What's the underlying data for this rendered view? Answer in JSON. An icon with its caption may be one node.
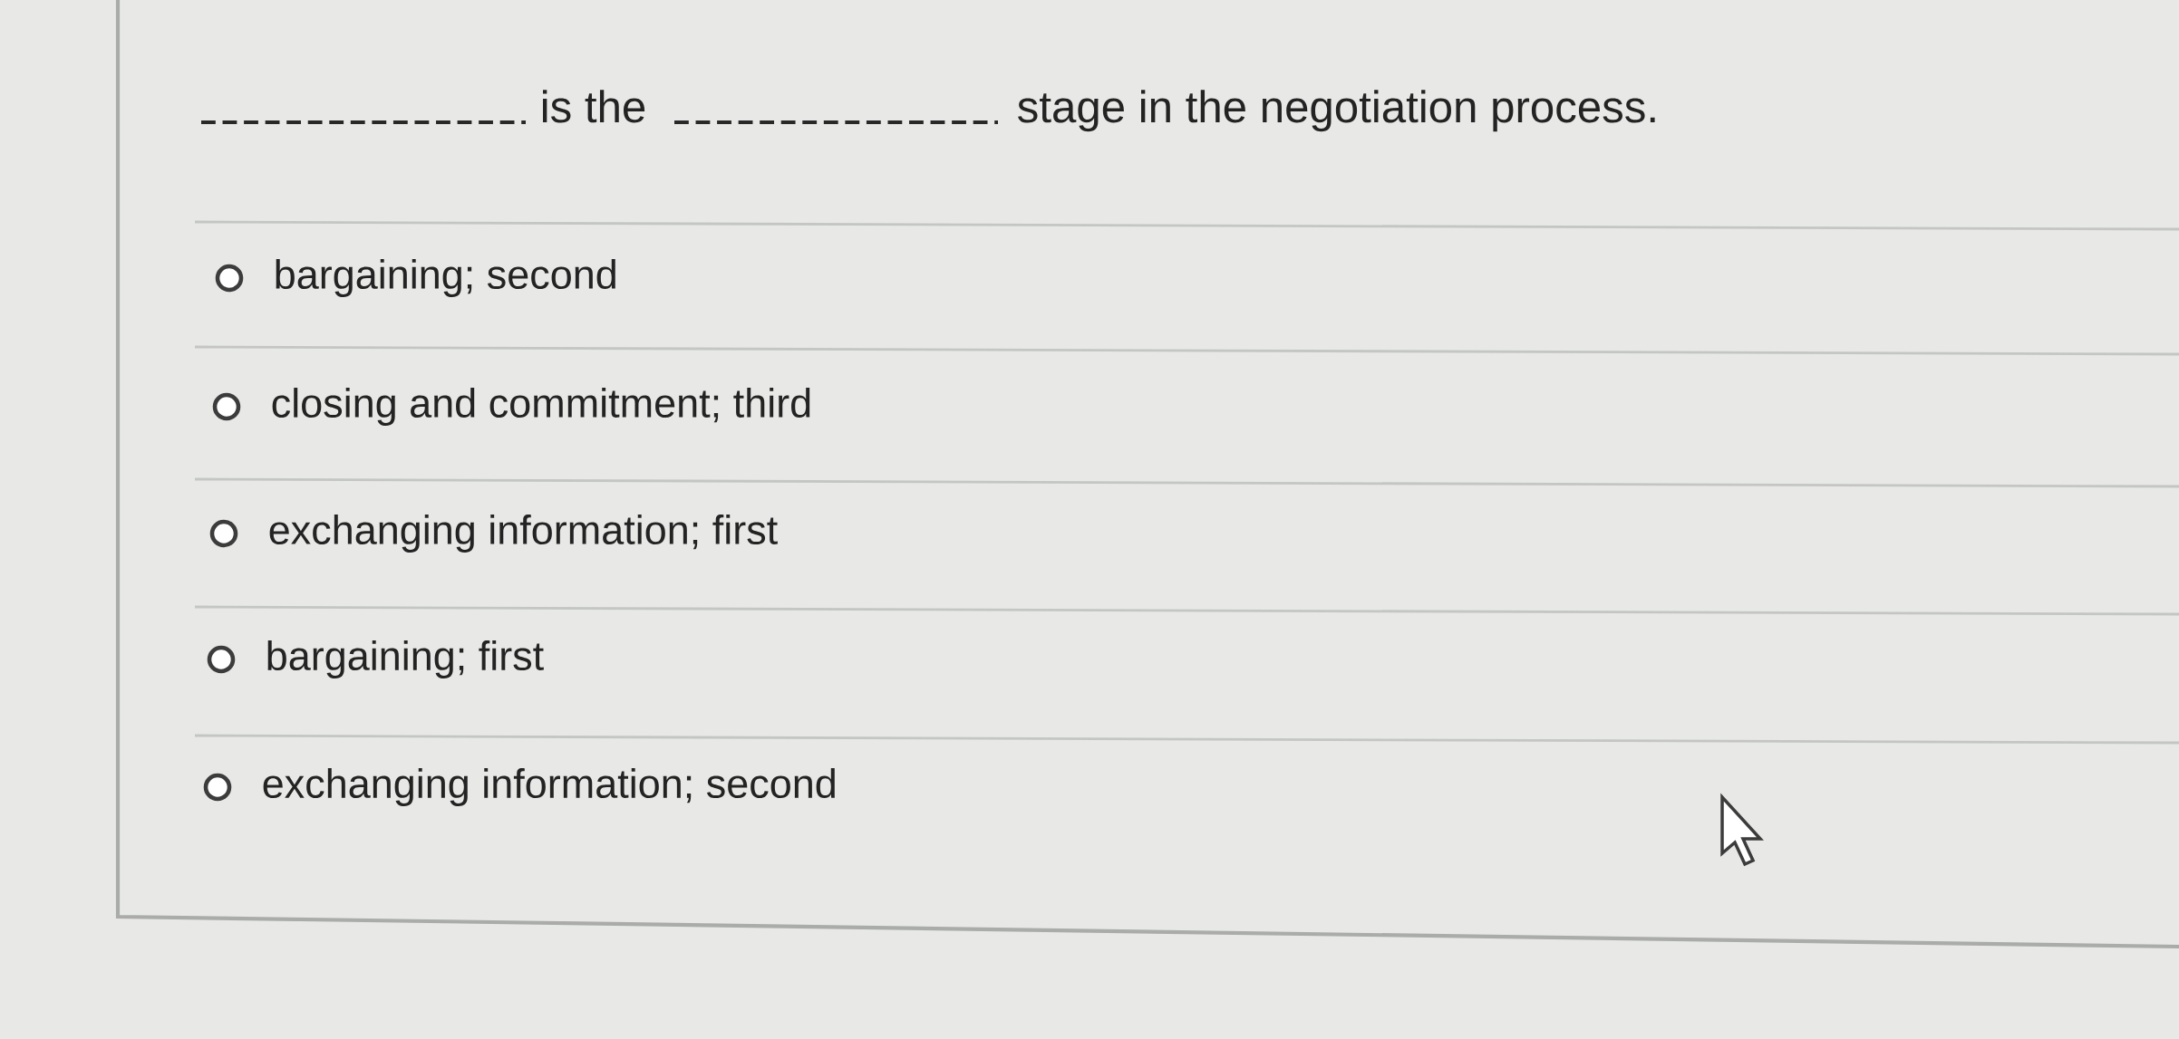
{
  "diagram": {
    "labels": [
      "is the",
      "stage in the negotiation process.",
      "bargaining; second",
      "closing and commitment; third",
      "exchanging information; first",
      "bargaining; first",
      "exchanging information; second"
    ]
  }
}
